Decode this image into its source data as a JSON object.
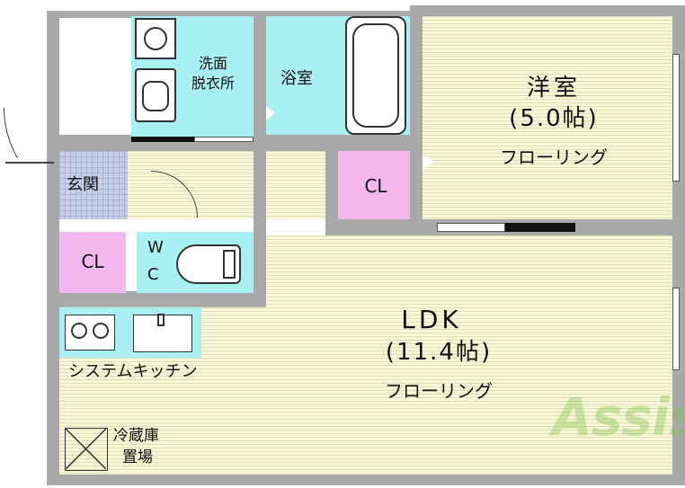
{
  "rooms": {
    "washroom": {
      "line1": "洗面",
      "line2": "脱衣所"
    },
    "bath": {
      "label": "浴室"
    },
    "western": {
      "name": "洋室",
      "size": "(5.0帖)",
      "floor": "フローリング"
    },
    "closet_western": {
      "label": "CL"
    },
    "entrance": {
      "label": "玄関"
    },
    "closet_entry": {
      "label": "CL"
    },
    "wc": {
      "line1": "W",
      "line2": "C"
    },
    "ldk": {
      "name": "LDK",
      "size": "(11.4帖)",
      "floor": "フローリング"
    },
    "kitchen": {
      "label": "システムキッチン"
    },
    "fridge": {
      "line1": "冷蔵庫",
      "line2": "置場"
    }
  },
  "watermark": {
    "text": "Assist"
  },
  "colors": {
    "wall": "#a9a9a9",
    "floor": "#f8f8d8",
    "wet_area": "#a8f0f2",
    "closet": "#f4b7ee",
    "entrance_tile": "#c6cfe8",
    "watermark": "#78be3c"
  }
}
